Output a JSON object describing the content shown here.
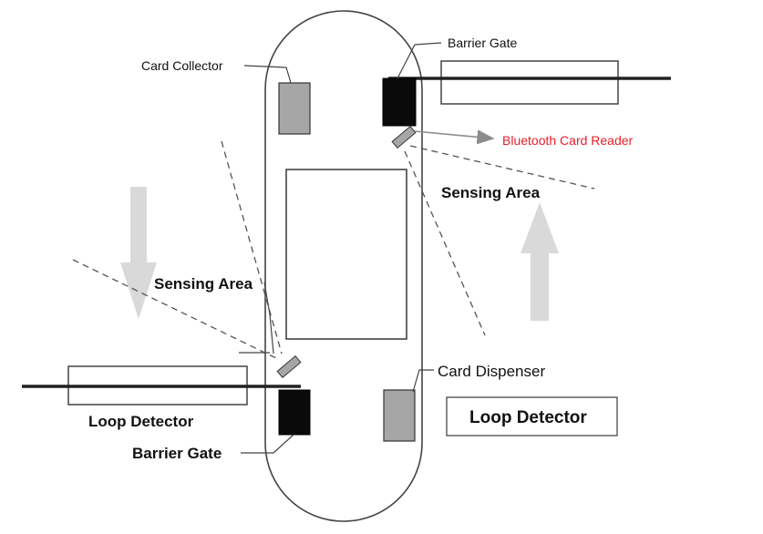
{
  "labels": {
    "card_collector": "Card Collector",
    "barrier_gate_top": "Barrier Gate",
    "bluetooth_card_reader": "Bluetooth Card Reader",
    "sensing_area_right": "Sensing Area",
    "sensing_area_left": "Sensing Area",
    "card_dispenser": "Card Dispenser",
    "loop_detector_left": "Loop Detector",
    "loop_detector_right": "Loop Detector",
    "barrier_gate_bottom": "Barrier Gate"
  },
  "colors": {
    "highlight_label": "#e8202a",
    "gate_box": "#0a0a0a",
    "device_box": "#a6a6a6",
    "arrow_fill": "#d9d9d9"
  }
}
